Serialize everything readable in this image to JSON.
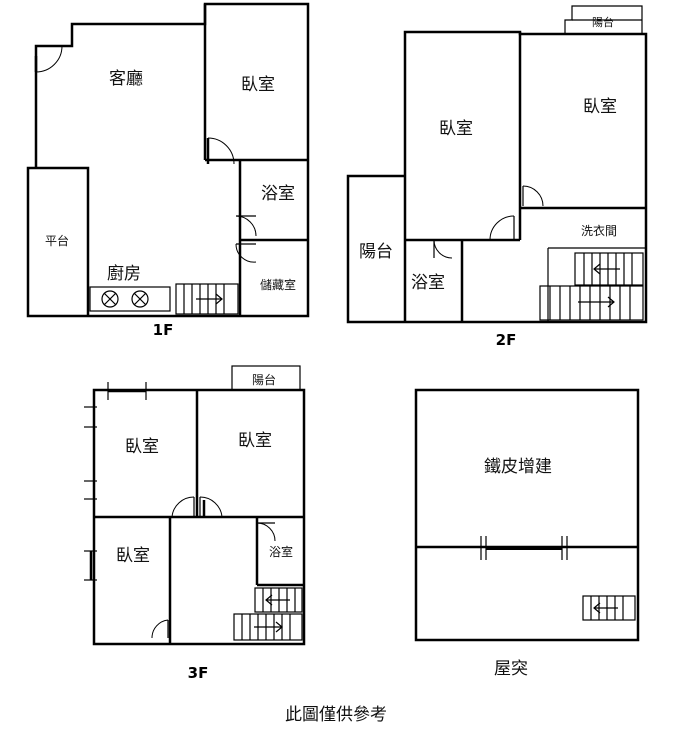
{
  "floor_1f": {
    "label": "1F",
    "rooms": {
      "living": "客廳",
      "bedroom": "臥室",
      "bathroom": "浴室",
      "platform": "平台",
      "kitchen": "廚房",
      "storage": "儲藏室"
    }
  },
  "floor_2f": {
    "label": "2F",
    "rooms": {
      "balcony_top": "陽台",
      "bedroom_left": "臥室",
      "bedroom_right": "臥室",
      "balcony_left": "陽台",
      "bathroom": "浴室",
      "laundry": "洗衣間"
    }
  },
  "floor_3f": {
    "label": "3F",
    "rooms": {
      "balcony": "陽台",
      "bedroom_top_left": "臥室",
      "bedroom_top_right": "臥室",
      "bedroom_bottom_left": "臥室",
      "bathroom": "浴室"
    }
  },
  "roof": {
    "label": "屋突",
    "rooms": {
      "iron_addition": "鐵皮增建"
    }
  },
  "footer": {
    "note": "此圖僅供參考"
  }
}
